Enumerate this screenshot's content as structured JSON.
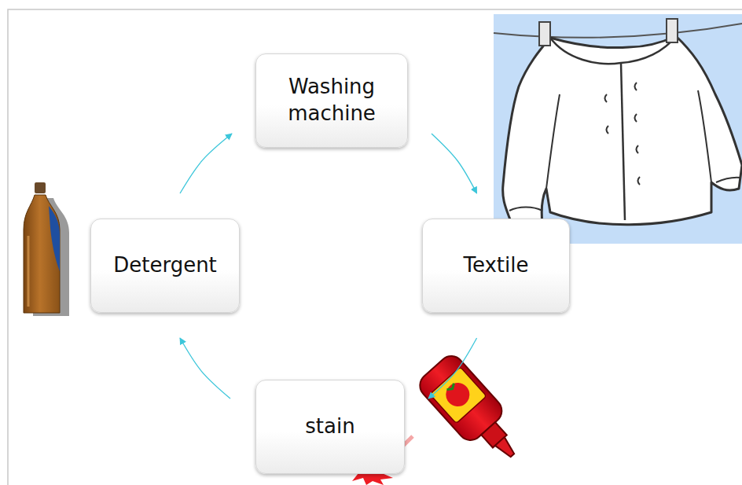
{
  "diagram": {
    "nodes": [
      {
        "text": [
          "Washing machine"
        ]
      },
      {
        "text": [
          "Detergent"
        ]
      },
      {
        "text": [
          "Textile"
        ]
      },
      {
        "text": [
          "stain"
        ]
      }
    ],
    "edges": [
      {
        "from": 1,
        "to": 0,
        "arrow": "to"
      },
      {
        "from": 0,
        "to": 2,
        "arrow": "to"
      },
      {
        "from": 2,
        "to": 3,
        "arrow": "to"
      },
      {
        "from": 3,
        "to": 1,
        "arrow": "to"
      }
    ]
  }
}
